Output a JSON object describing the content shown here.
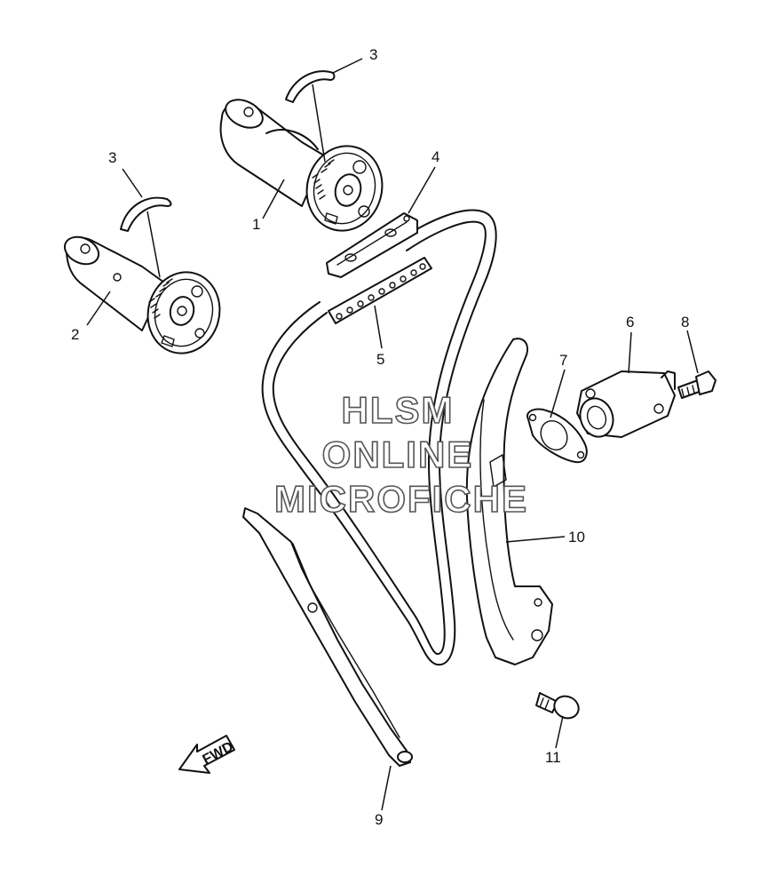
{
  "callouts": {
    "c1": "1",
    "c2": "2",
    "c3a": "3",
    "c3b": "3",
    "c4": "4",
    "c5": "5",
    "c6": "6",
    "c7": "7",
    "c8": "8",
    "c9": "9",
    "c10": "10",
    "c11": "11"
  },
  "watermark": {
    "line1": "HLSM",
    "line2": "ONLINE",
    "line3": "MICROFICHE"
  },
  "direction_arrow": {
    "label": "FWD",
    "icon": "fwd-arrow-icon"
  }
}
